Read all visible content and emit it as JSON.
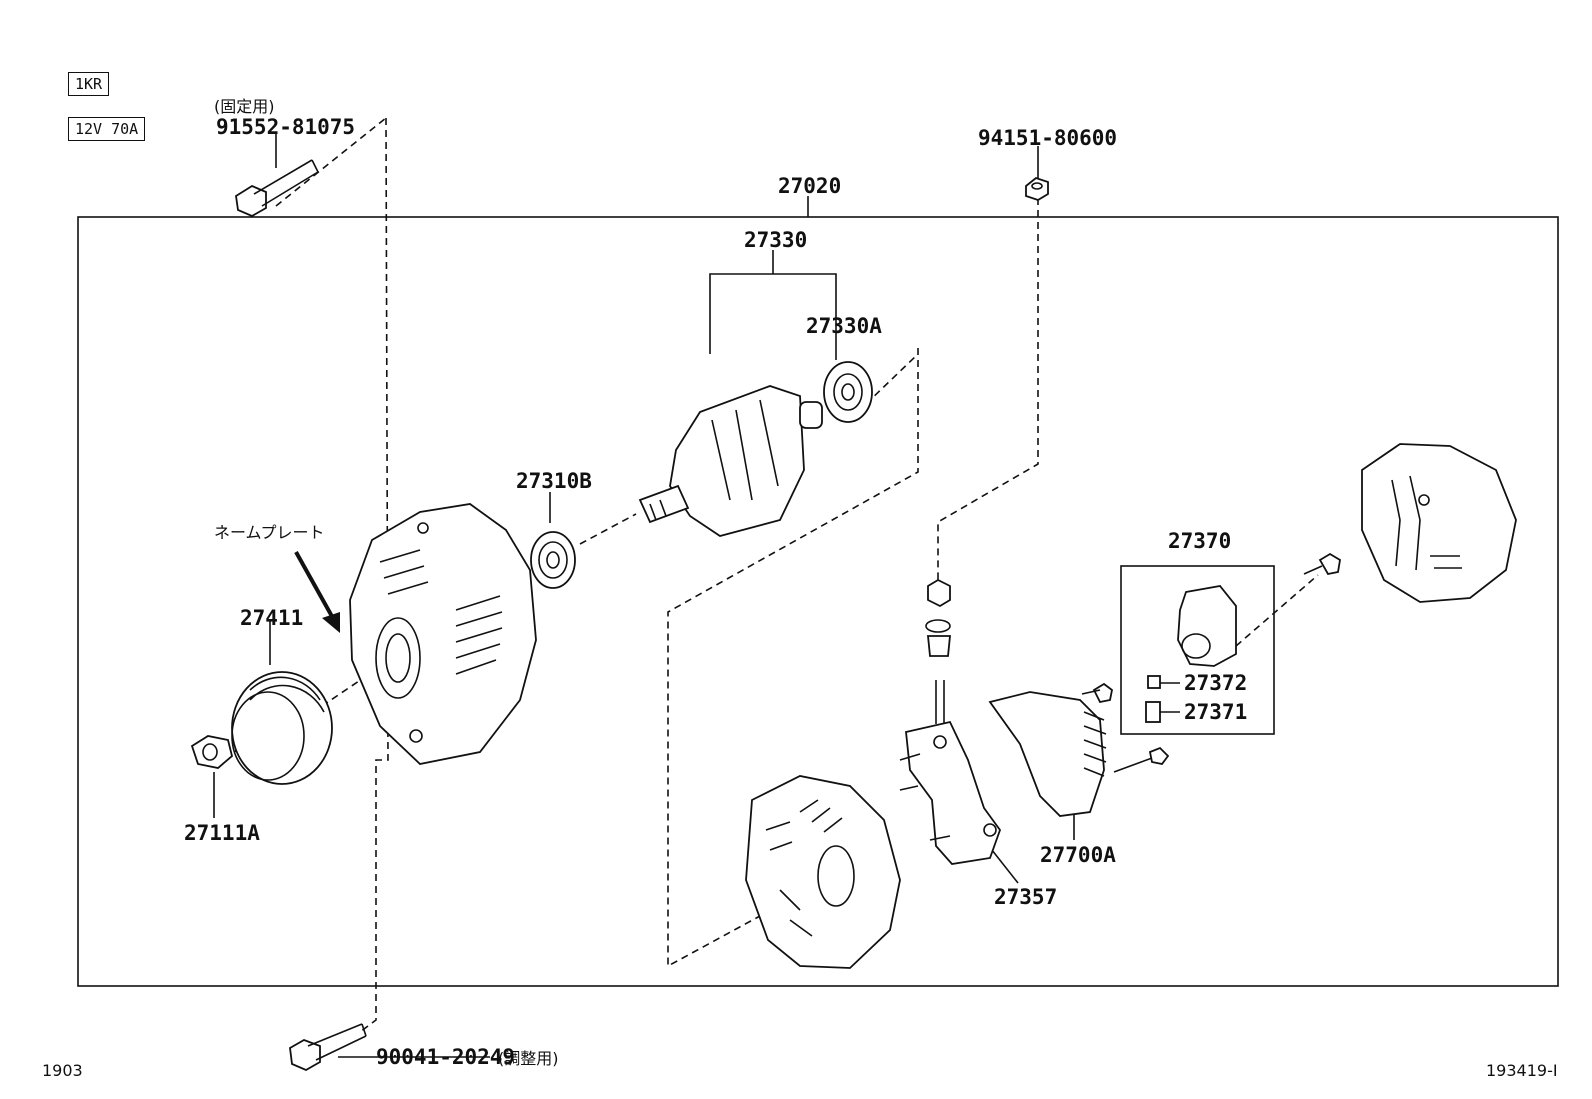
{
  "tags": {
    "engine": "1KR",
    "spec": "12V 70A"
  },
  "labels": {
    "fix_note": "(固定用)",
    "bolt_fix": "91552-81075",
    "nut_top": "94151-80600",
    "assembly": "27020",
    "rotor": "27330",
    "bearing_rear": "27330A",
    "bearing_front": "27310B",
    "nameplate": "ネームプレート",
    "pulley": "27411",
    "pulley_nut": "27111A",
    "brush_holder": "27370",
    "brush_spring": "27372",
    "brush": "27371",
    "regulator": "27700A",
    "rectifier": "27357",
    "bolt_adjust": "90041-20249",
    "adjust_note": "(調整用)"
  },
  "footer": {
    "left_code": "1903",
    "right_code": "193419-I"
  }
}
